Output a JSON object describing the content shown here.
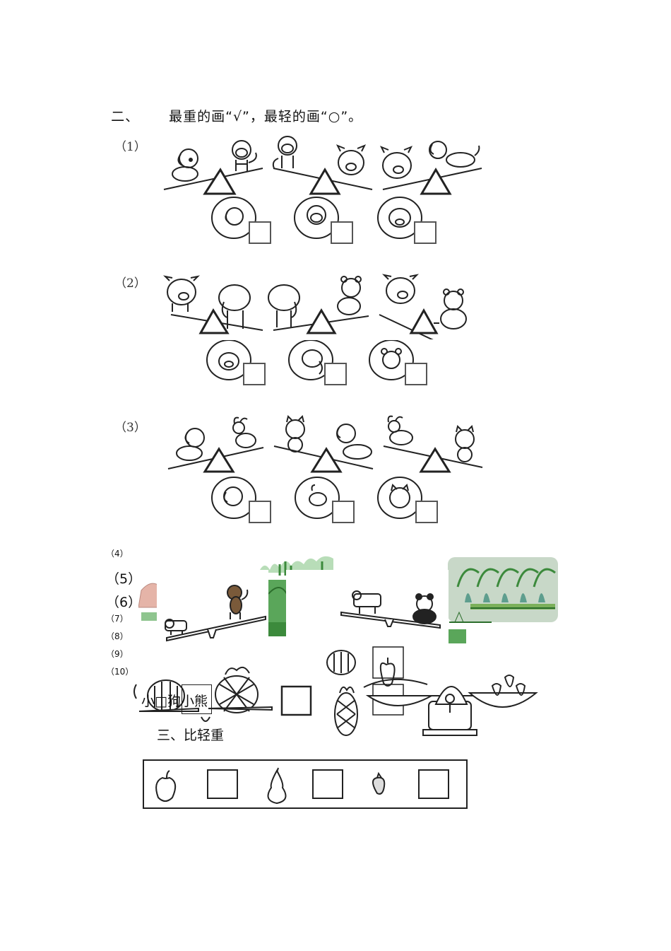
{
  "heading": {
    "number": "二、",
    "instruction": "最重的画“√”，最轻的画“○”。"
  },
  "problems": [
    {
      "label": "（1）",
      "animals": [
        "dog",
        "monkey",
        "pig"
      ]
    },
    {
      "label": "（2）",
      "animals": [
        "pig",
        "elephant",
        "bear"
      ]
    },
    {
      "label": "（3）",
      "animals": [
        "dog",
        "rabbit",
        "cat"
      ]
    }
  ],
  "small_labels": [
    "（4）",
    "（5）",
    "（6）",
    "（7）",
    "（8）",
    "（9）",
    "（10）"
  ],
  "fragments": {
    "line_text": "小□狗小熊",
    "section_three": "三、比轻重"
  },
  "fruit_row": [
    "apple",
    "pear",
    "strawberry"
  ],
  "colors": {
    "ink": "#222222",
    "grass": "#3c8a3c",
    "grass_light": "#8fc58f",
    "skin": "#f0c8a0"
  }
}
